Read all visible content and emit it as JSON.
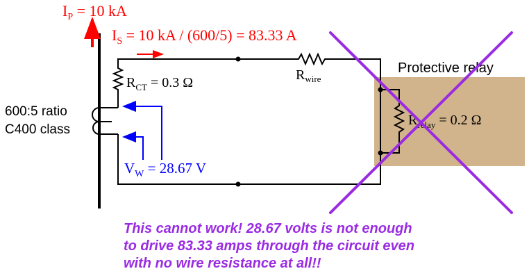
{
  "labels": {
    "ip_main": "I",
    "ip_sub": "P",
    "ip_value": " = 10 kA",
    "is_main": "I",
    "is_sub": "S",
    "is_value": " = 10 kA / (600/5) = 83.33 A",
    "rct_main": "R",
    "rct_sub": "CT",
    "rct_value": " = 0.3 Ω",
    "rwire_main": "R",
    "rwire_sub": "wire",
    "rrelay_main": "R",
    "rrelay_sub": "relay",
    "rrelay_value": " = 0.2 Ω",
    "vw_main": "V",
    "vw_sub": "W",
    "vw_value": " = 28.67 V",
    "ct_ratio": "600:5 ratio",
    "ct_class": "C400 class",
    "relay_title": "Protective relay"
  },
  "note": [
    "This cannot work!  28.67 volts is not enough",
    "to drive 83.33 amps through the circuit even",
    "with no wire resistance at all!!"
  ],
  "colors": {
    "current": "#ff0000",
    "voltage": "#0000ff",
    "cross": "#9a2be2",
    "relay_box": "#d2b48c"
  }
}
